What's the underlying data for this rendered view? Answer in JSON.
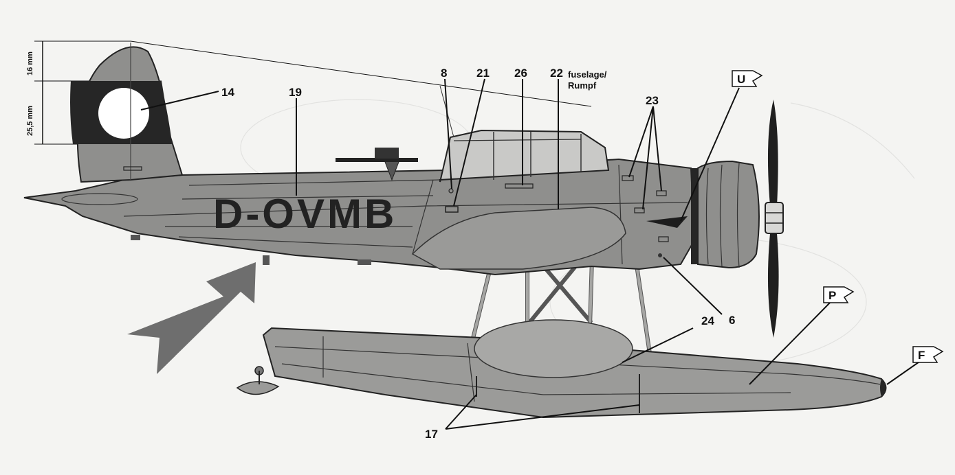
{
  "registration": "D-OVMB",
  "dimensions": {
    "upper": "16 mm",
    "lower": "25,5 mm"
  },
  "callouts": {
    "c14": "14",
    "c19": "19",
    "c8": "8",
    "c21": "21",
    "c26": "26",
    "c22": "22",
    "c22_note_line1": "fuselage/",
    "c22_note_line2": "Rumpf",
    "c23": "23",
    "c6": "6",
    "c24": "24",
    "c17": "17"
  },
  "flags": {
    "u": "U",
    "p": "P",
    "f": "F"
  },
  "colors": {
    "aircraft_grey": "#8f8f8d",
    "float_grey": "#9b9b99",
    "dark_marking": "#262626",
    "arrow_grey": "#6e6e6e",
    "background": "#f4f4f2"
  }
}
